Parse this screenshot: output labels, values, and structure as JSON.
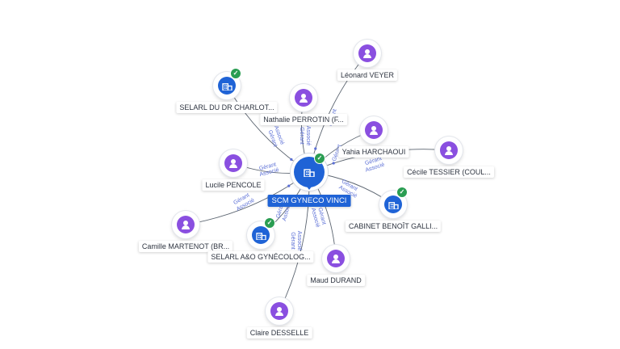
{
  "diagram": {
    "center": {
      "label": "SCM GYNECO VINCI",
      "icon": "building-icon",
      "verified": true,
      "verified_icon": "check-icon",
      "accent": "#1f63d6"
    },
    "colors": {
      "person": "#8a4fe0",
      "company": "#1f63d6",
      "verified": "#2a9d52",
      "edge": "#5b6470",
      "edge_label": "#5b6fd6"
    },
    "nodes": [
      {
        "id": "selarl-charlot",
        "type": "company",
        "label": "SELARL DU DR CHARLOT...",
        "verified": true,
        "roles": [
          "Gérant",
          "Associé"
        ]
      },
      {
        "id": "perrotin",
        "type": "person",
        "label": "Nathalie PERROTIN (F...",
        "roles": [
          "Gérant",
          "Associé"
        ]
      },
      {
        "id": "veyer",
        "type": "person",
        "label": "Léonard VEYER",
        "roles": [
          "Gérant"
        ]
      },
      {
        "id": "harchaoui",
        "type": "person",
        "label": "Yahia HARCHAOUI",
        "roles": [
          "Gérant"
        ]
      },
      {
        "id": "tessier",
        "type": "person",
        "label": "Cécile TESSIER (COUL...",
        "roles": [
          "Gérant",
          "Associé"
        ]
      },
      {
        "id": "pencole",
        "type": "person",
        "label": "Lucile PENCOLE",
        "roles": [
          "Gérant",
          "Associé"
        ]
      },
      {
        "id": "gallien",
        "type": "company",
        "label": "CABINET BENOÎT GALLI...",
        "verified": true,
        "roles": [
          "Gérant",
          "Associé"
        ]
      },
      {
        "id": "martenot",
        "type": "person",
        "label": "Camille MARTENOT (BR...",
        "roles": [
          "Gérant",
          "Associé"
        ]
      },
      {
        "id": "selarl-ao",
        "type": "company",
        "label": "SELARL A&O GYNÉCOLOG...",
        "verified": true,
        "roles": [
          "Gérant",
          "Associé"
        ]
      },
      {
        "id": "durand",
        "type": "person",
        "label": "Maud DURAND",
        "roles": [
          "Gérant",
          "Associé"
        ]
      },
      {
        "id": "desselle",
        "type": "person",
        "label": "Claire DESSELLE",
        "roles": [
          "Gérant",
          "Associé"
        ]
      }
    ]
  }
}
